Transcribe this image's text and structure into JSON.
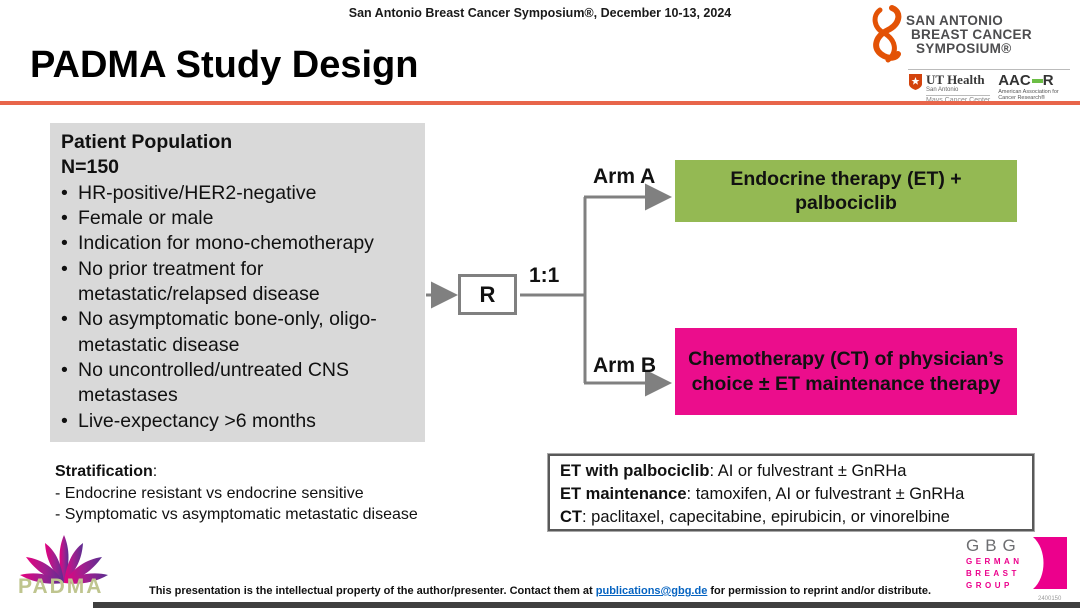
{
  "banner": {
    "text": "San Antonio Breast Cancer Symposium®, December 10-13, 2024"
  },
  "title": "PADMA Study Design",
  "sabcs_logo": {
    "line1": "SAN ANTONIO",
    "line2": "BREAST CANCER",
    "line3": "SYMPOSIUM®",
    "ut_name": "UT Health",
    "ut_city": "San Antonio",
    "ut_center": "Mays Cancer Center",
    "aacr_left": "AAC",
    "aacr_right": "R",
    "aacr_sub": "American Association for Cancer Research®"
  },
  "population": {
    "title": "Patient Population",
    "n": "N=150",
    "bullet_char": "•",
    "bullets": [
      "HR-positive/HER2-negative",
      "Female or male",
      "Indication for mono-chemotherapy",
      "No prior treatment for metastatic/relapsed disease",
      "No asymptomatic bone-only, oligo-metastatic disease",
      "No uncontrolled/untreated CNS metastases",
      "Live-expectancy >6 months"
    ]
  },
  "stratification": {
    "title": "Stratification",
    "colon": ":",
    "items": [
      "- Endocrine resistant vs endocrine sensitive",
      "- Symptomatic vs asymptomatic metastatic disease"
    ]
  },
  "randomization": {
    "r": "R",
    "ratio": "1:1"
  },
  "arms": {
    "a_label": "Arm A",
    "a_text": "Endocrine therapy (ET) + palbociclib",
    "b_label": "Arm B",
    "b_text": "Chemotherapy (CT) of physician’s choice ± ET maintenance therapy"
  },
  "treatment_box": {
    "lines": [
      {
        "bold": "ET with palbociclib",
        "rest": ": AI or fulvestrant ± GnRHa"
      },
      {
        "bold": "ET maintenance",
        "rest": ": tamoxifen, AI or fulvestrant ± GnRHa"
      },
      {
        "bold": "CT",
        "rest": ": paclitaxel, capecitabine, epirubicin, or vinorelbine"
      }
    ]
  },
  "footer": {
    "pre": "This presentation is the intellectual property of the author/presenter. Contact them at ",
    "link": "publications@gbg.de",
    "post": " for permission to reprint and/or distribute.",
    "doc_number": "2400150"
  },
  "logos": {
    "padma": "PADMA",
    "gbg": "GBG",
    "gbg_sub1": "GERMAN",
    "gbg_sub2": "BREAST",
    "gbg_sub3": "GROUP"
  },
  "colors": {
    "accent_orange": "#E8654A",
    "arm_a_green": "#94B953",
    "arm_b_pink": "#EB0D8C",
    "population_gray": "#D9D9D9",
    "arrow_gray": "#808080",
    "gbg_pink": "#EC008C",
    "link_blue": "#0563C1"
  }
}
